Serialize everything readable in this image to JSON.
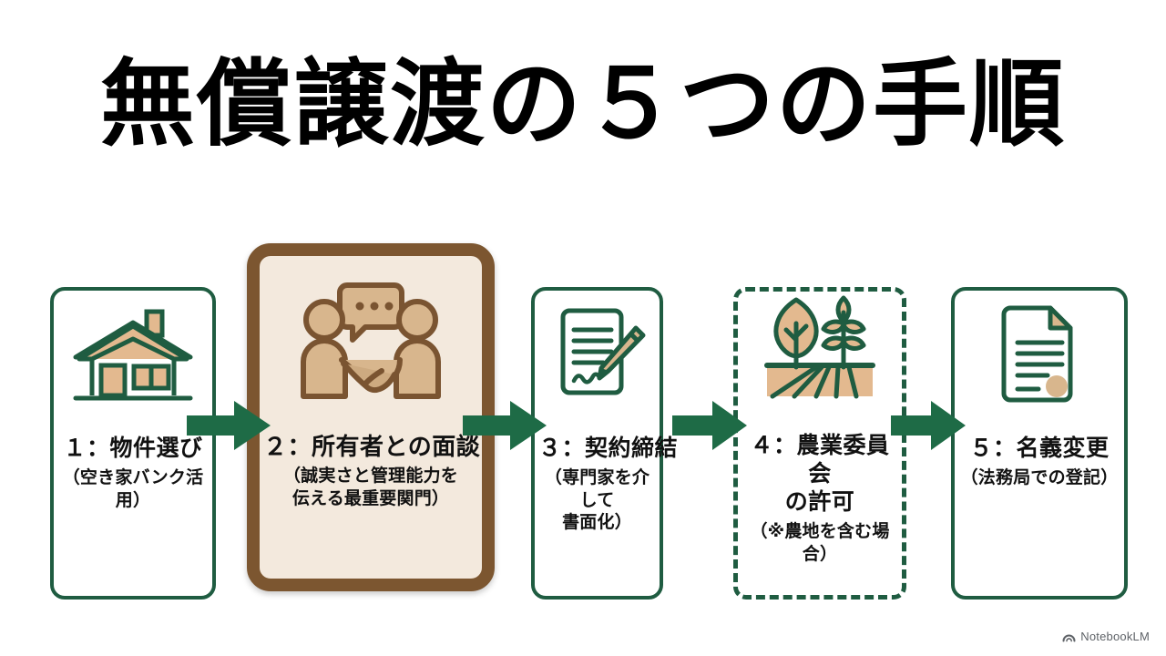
{
  "header": {
    "title": "無償譲渡の５つの手順"
  },
  "colors": {
    "green": "#1f5c41",
    "brown": "#7c5630",
    "cream": "#f3e9dd",
    "tan": "#e3b98f",
    "arrow_green": "#1e6b46",
    "text": "#111111"
  },
  "steps": [
    {
      "number": "1",
      "title": "１：物件選び",
      "subtitle": "（空き家バンク活用）",
      "icon": "house-icon",
      "style": "solid",
      "optional": false
    },
    {
      "number": "2",
      "title": "２：所有者との面談",
      "subtitle": "（誠実さと管理能力を\n伝える最重要関門）",
      "subtitle_line1": "（誠実さと管理能力を",
      "subtitle_line2": "伝える最重要関門）",
      "icon": "handshake-conversation-icon",
      "style": "highlight",
      "optional": false
    },
    {
      "number": "3",
      "title": "３：契約締結",
      "subtitle_line1": "（専門家を介して",
      "subtitle_line2": "書面化）",
      "icon": "contract-signing-icon",
      "style": "solid",
      "optional": false
    },
    {
      "number": "4",
      "title_line1": "４：農業委員会",
      "title_line2": "の許可",
      "subtitle": "（※農地を含む場合）",
      "icon": "farmland-icon",
      "style": "dashed",
      "optional": true
    },
    {
      "number": "5",
      "title": "５：名義変更",
      "subtitle": "（法務局での登記）",
      "icon": "registered-document-icon",
      "style": "solid",
      "optional": false
    }
  ],
  "arrows": [
    {
      "name": "arrow-step1-to-step2"
    },
    {
      "name": "arrow-step2-to-step3"
    },
    {
      "name": "arrow-step3-to-step4"
    },
    {
      "name": "arrow-step4-to-step5"
    }
  ],
  "watermark": {
    "label": "NotebookLM",
    "icon": "notebooklm-arc-icon"
  }
}
